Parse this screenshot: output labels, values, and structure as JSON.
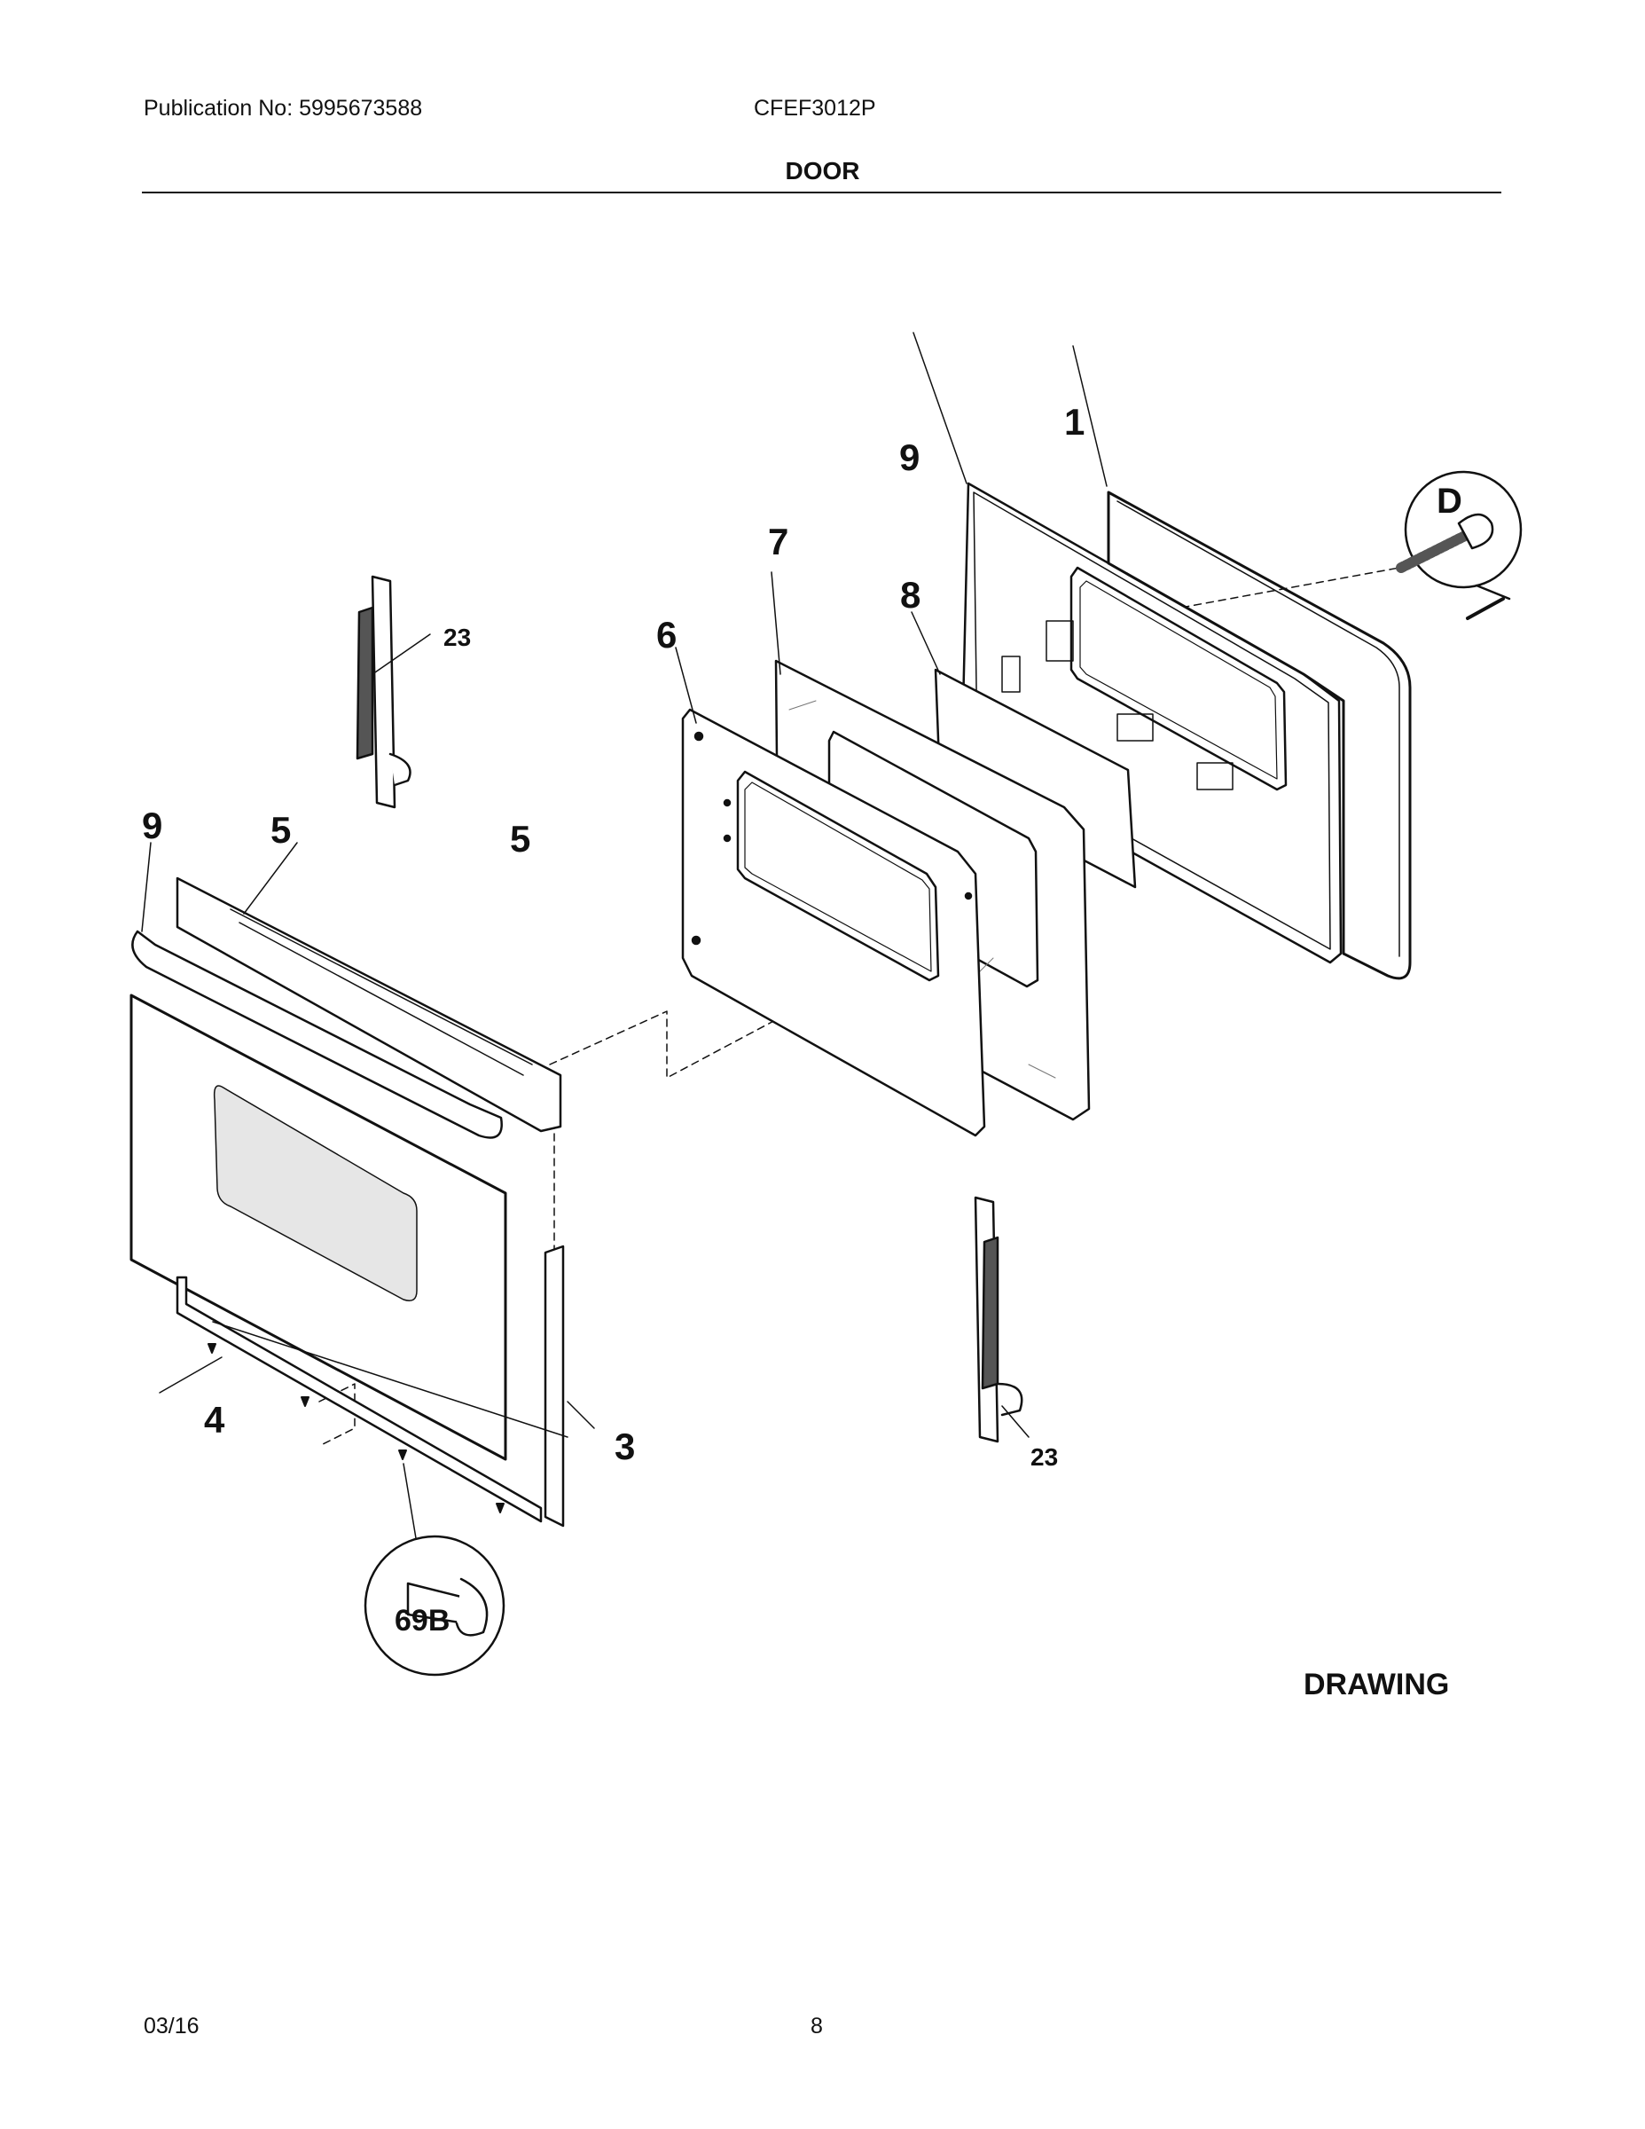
{
  "header": {
    "publication": "Publication No: 5995673588",
    "model": "CFEF3012P",
    "section_title": "DOOR"
  },
  "callouts": {
    "hinge_top": "23",
    "hinge_bottom": "23"
  },
  "footer": {
    "date": "03/16",
    "page": "8"
  }
}
